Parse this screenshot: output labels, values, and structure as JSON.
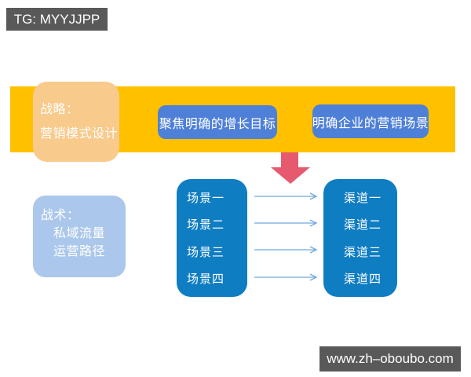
{
  "colors": {
    "badge_bg": "#595959",
    "band_yellow": "#FFC000",
    "strategy_box_peach": "#F8CA8C",
    "button_blue": "#4F80D8",
    "down_arrow_red": "#E7596E",
    "tactics_box_light_blue": "#ABC7EB",
    "panel_blue": "#0F7DC2",
    "connector_blue": "#72A9DC",
    "text_white": "#FFFFFF"
  },
  "badges": {
    "top_left": "TG: MYYJJPP",
    "bottom_right": "www.zh–oboubo.com"
  },
  "strategy": {
    "label_line1": "战略：",
    "label_line2": "营销模式设计",
    "buttons": [
      {
        "label": "聚焦明确的增长目标"
      },
      {
        "label": "明确企业的营销场景"
      }
    ]
  },
  "tactics": {
    "label_line1": "战术：",
    "label_line2": "私域流量",
    "label_line3": "运营路径",
    "scenarios": {
      "items": [
        "场景一",
        "场景二",
        "场景三",
        "场景四"
      ]
    },
    "channels": {
      "items": [
        "渠道一",
        "渠道二",
        "渠道三",
        "渠道四"
      ]
    }
  }
}
